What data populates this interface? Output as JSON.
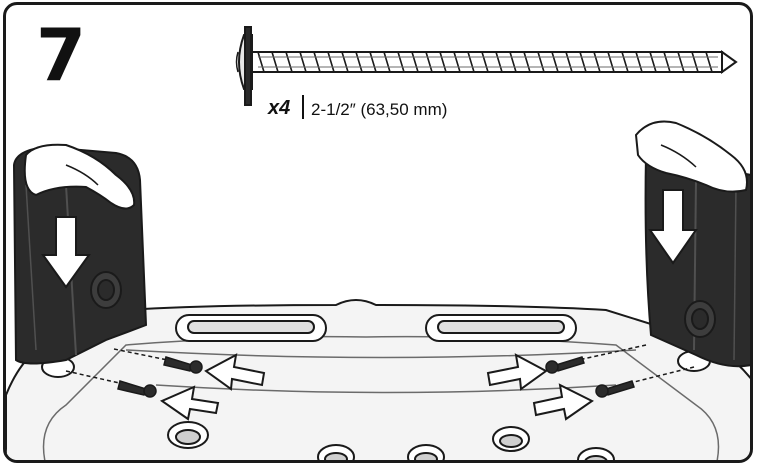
{
  "step": {
    "number": "7"
  },
  "part": {
    "quantity": "x4",
    "size": "2-1/2″ (63,50 mm)",
    "icon": "screw-icon"
  },
  "colors": {
    "outline": "#1a1a1a",
    "panel_dark": "#2b2b2b",
    "panel_mid": "#3d3d3d",
    "base_fill": "#f4f4f4",
    "arrow_fill": "#ffffff"
  }
}
